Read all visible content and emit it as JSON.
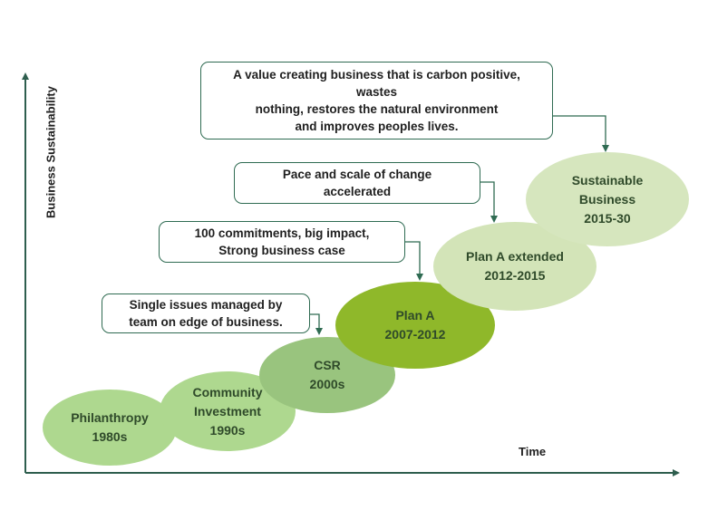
{
  "axes": {
    "y_label": "Business Sustainability",
    "x_label": "Time"
  },
  "colors": {
    "axis": "#2e5e4e",
    "callout_border": "#2f6b52",
    "philanthropy": "#aed88f",
    "community": "#aed88f",
    "csr": "#99c47e",
    "plan_a": "#8fb82a",
    "plan_a_extended": "#d3e4b8",
    "sustainable_business": "#d6e6be"
  },
  "stages": {
    "philanthropy": {
      "line1": "Philanthropy",
      "line2": "1980s"
    },
    "community": {
      "line1": "Community",
      "line2": "Investment",
      "line3": "1990s"
    },
    "csr": {
      "line1": "CSR",
      "line2": "2000s"
    },
    "plan_a": {
      "line1": "Plan A",
      "line2": "2007-2012"
    },
    "plan_a_extended": {
      "line1": "Plan A extended",
      "line2": "2012-2015"
    },
    "sustainable_business": {
      "line1": "Sustainable",
      "line2": "Business",
      "line3": "2015-30"
    }
  },
  "callouts": {
    "single_issues": {
      "line1": "Single issues managed by",
      "line2": "team on edge of business."
    },
    "commitments": {
      "line1": "100 commitments, big impact,",
      "line2": "Strong business case"
    },
    "pace": {
      "line1": "Pace and scale of change",
      "line2": "accelerated"
    },
    "value_creating": {
      "line1": "A value creating business that is carbon positive,",
      "line2": "wastes",
      "line3": "nothing, restores the natural environment",
      "line4": "and improves peoples lives."
    }
  }
}
